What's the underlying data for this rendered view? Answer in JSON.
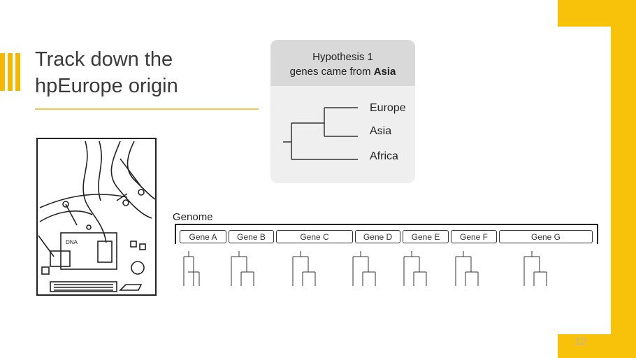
{
  "slide": {
    "title_line1": "Track down the",
    "title_line2": "hpEurope origin",
    "page_number": "12"
  },
  "hypothesis": {
    "heading_line1": "Hypothesis 1",
    "heading_line2_prefix": "genes came from ",
    "heading_line2_emphasis": "Asia",
    "leaves": [
      "Europe",
      "Asia",
      "Africa"
    ]
  },
  "genome": {
    "label": "Genome",
    "genes": [
      "Gene A",
      "Gene B",
      "Gene C",
      "Gene D",
      "Gene E",
      "Gene F",
      "Gene G"
    ]
  },
  "colors": {
    "accent": "#f5b800",
    "side_band": "#f8c10a"
  },
  "illustration_icon": "computer-desk-dna-sketch"
}
